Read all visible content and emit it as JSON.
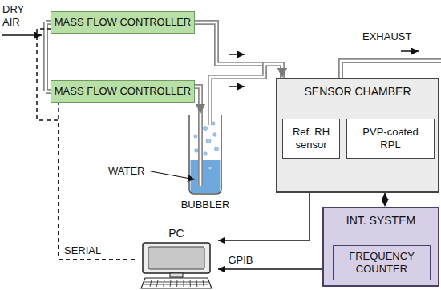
{
  "diagram": {
    "nodes": [
      {
        "text": [
          "MASS FLOW CONTROLLER"
        ]
      },
      {
        "text": [
          "MASS FLOW CONTROLLER"
        ]
      },
      {
        "text": [
          "SENSOR CHAMBER"
        ]
      },
      {
        "text": [
          "Ref. RH sensor"
        ],
        "in": 2
      },
      {
        "text": [
          "PVP-coated RPL"
        ],
        "in": 2
      },
      {
        "text": [
          "BUBBLER"
        ]
      },
      {
        "text": [
          "INT. SYSTEM"
        ]
      },
      {
        "text": [
          "FREQUENCY COUNTER"
        ],
        "in": 6
      },
      {
        "text": [
          "PC"
        ]
      }
    ],
    "edges": [
      {
        "from": 0,
        "to": 2,
        "arrow": "to"
      },
      {
        "from": 1,
        "to": 5,
        "arrow": "to"
      },
      {
        "from": 5,
        "to": 2,
        "arrow": "to"
      },
      {
        "from": 3,
        "to": 8,
        "arrow": "to"
      },
      {
        "from": 6,
        "to": 8,
        "label": "GPIB",
        "arrow": "to"
      },
      {
        "from": 2,
        "to": 6,
        "arrow": "both"
      },
      {
        "from": 8,
        "to": 0,
        "arrow": "none"
      },
      {
        "from": 8,
        "to": 1,
        "arrow": "none"
      }
    ],
    "labels": [
      "DRY AIR",
      "EXHAUST",
      "WATER",
      "SERIAL"
    ]
  }
}
